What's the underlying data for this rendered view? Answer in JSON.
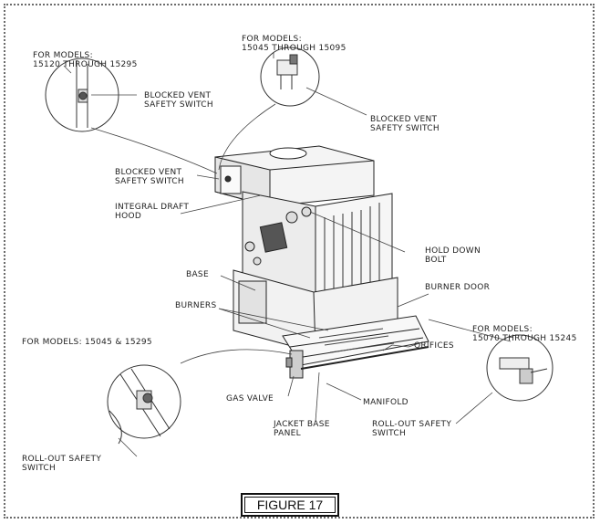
{
  "labels": {
    "models_top_left": "FOR MODELS:\n15120 THROUGH 15295",
    "models_top_mid": "FOR MODELS:\n15045 THROUGH 15095",
    "blocked_vent_1": "BLOCKED VENT\nSAFETY SWITCH",
    "blocked_vent_2": "BLOCKED VENT\nSAFETY SWITCH",
    "blocked_vent_3": "BLOCKED VENT\nSAFETY SWITCH",
    "integral_draft_hood": "INTEGRAL DRAFT\nHOOD",
    "hold_down_bolt": "HOLD DOWN\nBOLT",
    "base": "BASE",
    "burner_door": "BURNER DOOR",
    "burners": "BURNERS",
    "models_right": "FOR MODELS:\n15070 THROUGH 15245",
    "models_left": "FOR MODELS: 15045 & 15295",
    "orifices": "ORIFICES",
    "gas_valve": "GAS VALVE",
    "manifold": "MANIFOLD",
    "jacket_base_panel": "JACKET BASE\nPANEL",
    "rollout_left": "ROLL-OUT SAFETY\nSWITCH",
    "rollout_right": "ROLL-OUT SAFETY\nSWITCH"
  },
  "figure_label": "FIGURE 17"
}
